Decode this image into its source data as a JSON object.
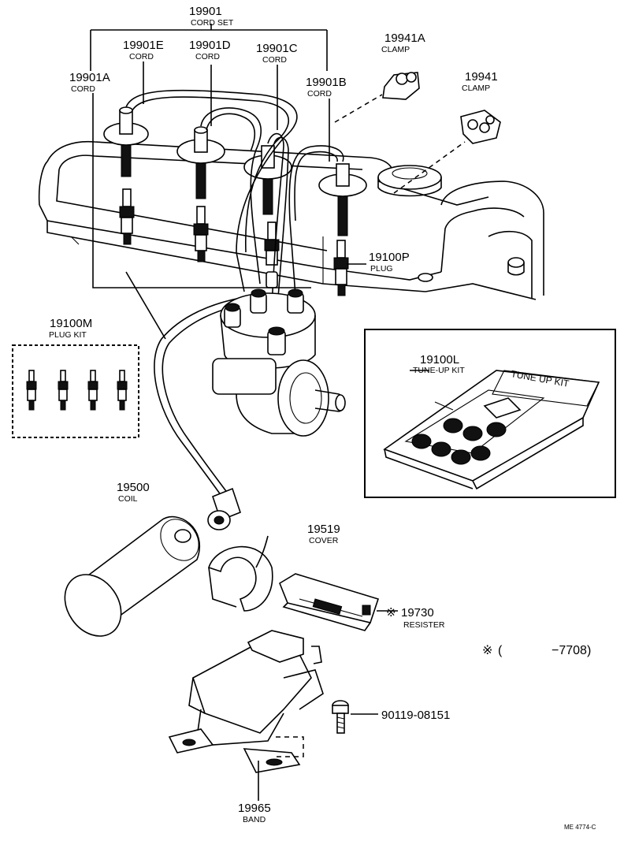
{
  "labels": {
    "cord_set": {
      "pn": "19901",
      "name": "CORD SET"
    },
    "cord_e": {
      "pn": "19901E",
      "name": "CORD"
    },
    "cord_d": {
      "pn": "19901D",
      "name": "CORD"
    },
    "cord_c": {
      "pn": "19901C",
      "name": "CORD"
    },
    "cord_a": {
      "pn": "19901A",
      "name": "CORD"
    },
    "cord_b": {
      "pn": "19901B",
      "name": "CORD"
    },
    "clamp_a": {
      "pn": "19941A",
      "name": "CLAMP"
    },
    "clamp": {
      "pn": "19941",
      "name": "CLAMP"
    },
    "plug": {
      "pn": "19100P",
      "name": "PLUG"
    },
    "plug_kit": {
      "pn": "19100M",
      "name": "PLUG KIT"
    },
    "tune_up_kit": {
      "pn": "19100L",
      "name": "TUNE-UP KIT",
      "box_text": "TUNE UP KIT"
    },
    "coil": {
      "pn": "19500",
      "name": "COIL"
    },
    "cover": {
      "pn": "19519",
      "name": "COVER"
    },
    "resister": {
      "pn": "19730",
      "name": "RESISTER",
      "mark": "※"
    },
    "bolt": {
      "pn": "90119-08151"
    },
    "band": {
      "pn": "19965",
      "name": "BAND"
    }
  },
  "footnote": {
    "mark": "※",
    "open": "(",
    "text": "−7708)"
  },
  "figure_code": "ME 4774-C"
}
